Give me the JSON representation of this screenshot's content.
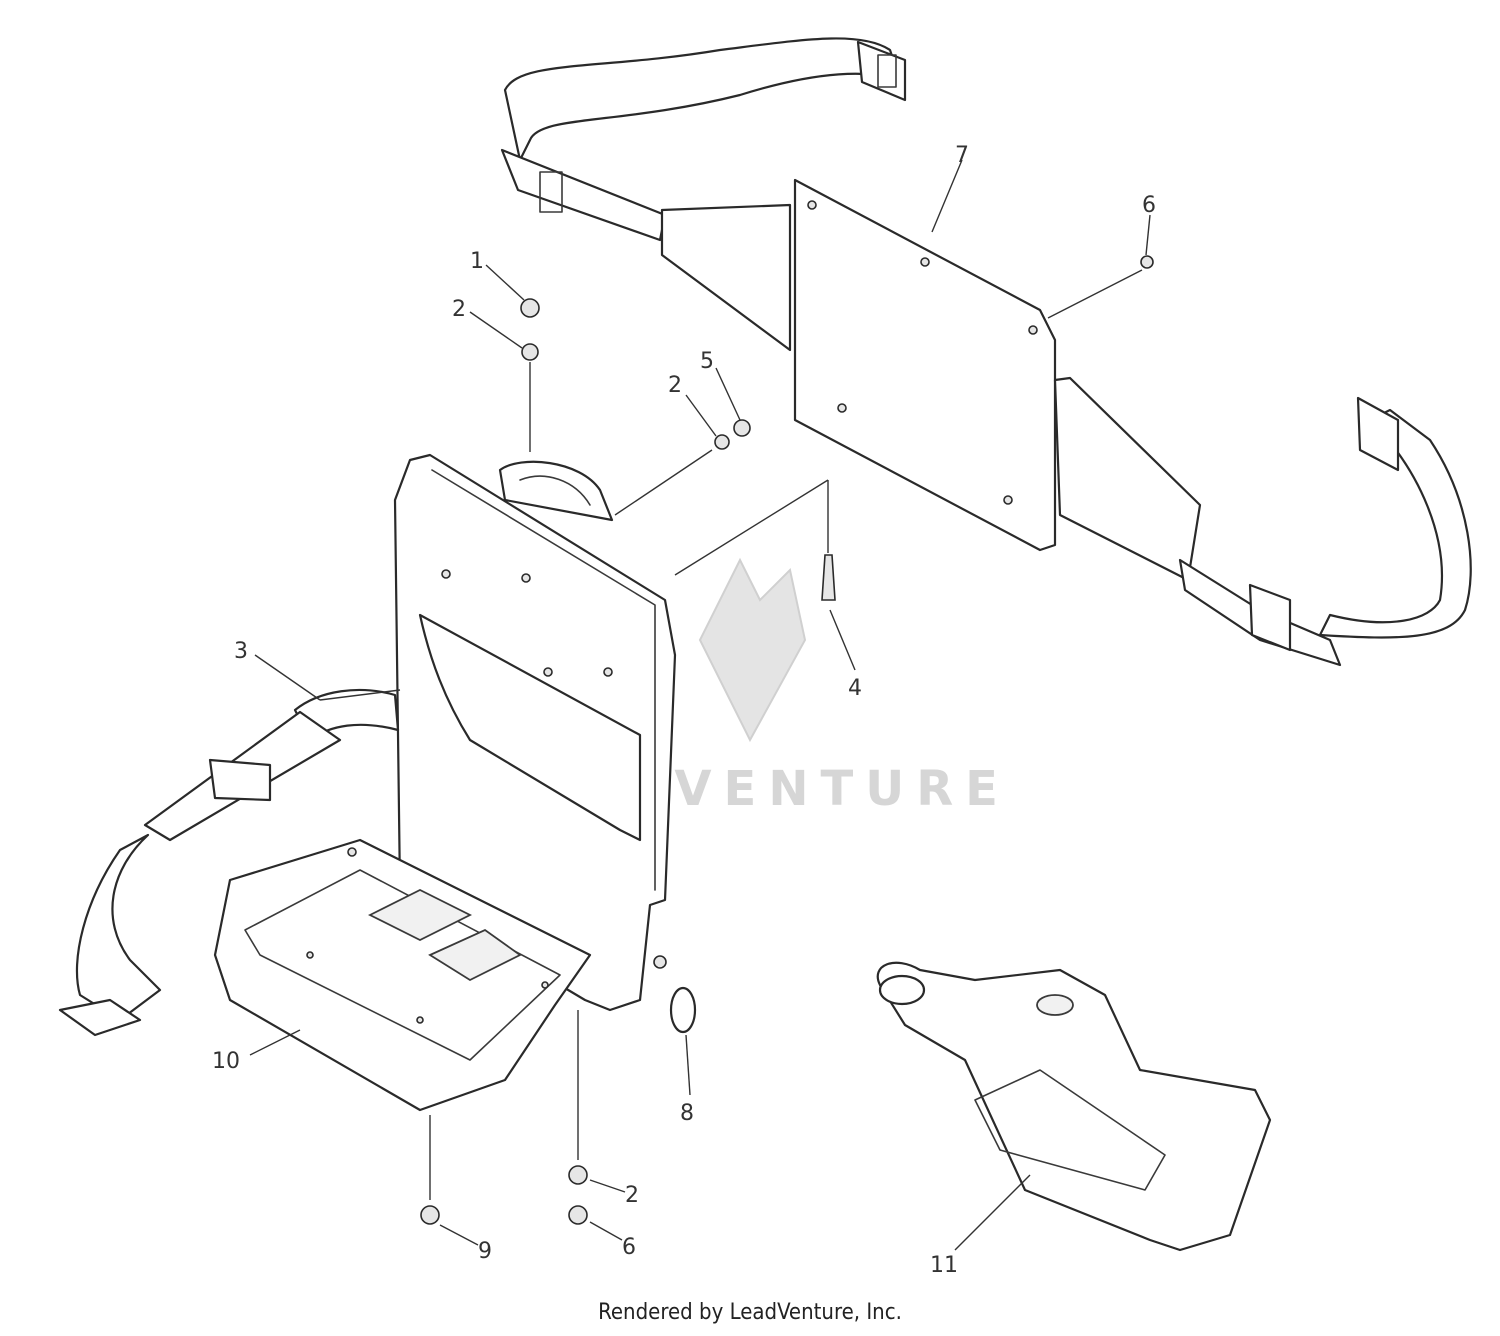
{
  "watermark": {
    "text": "LEADVENTURE"
  },
  "callouts": [
    "1",
    "2",
    "5",
    "2",
    "7",
    "6",
    "3",
    "4",
    "10",
    "8",
    "9",
    "2",
    "6",
    "11"
  ],
  "footer": {
    "text": "Rendered by LeadVenture, Inc."
  }
}
